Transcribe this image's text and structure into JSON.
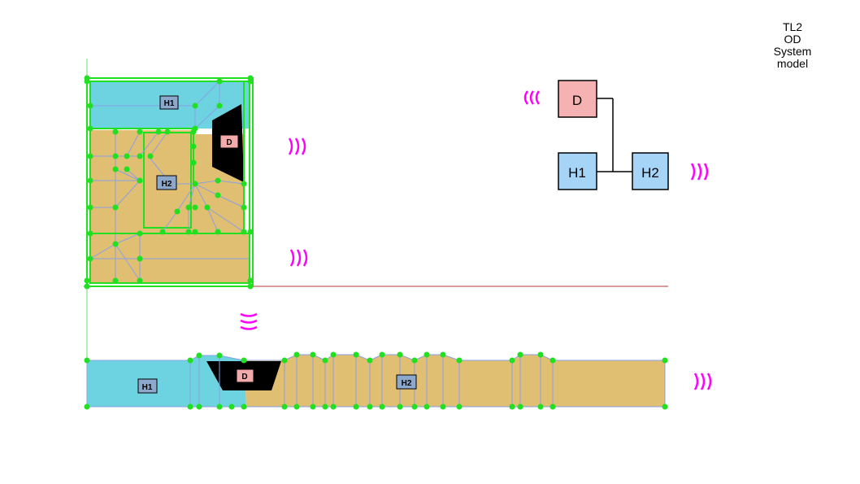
{
  "title_lines": [
    "TL2",
    "OD",
    "System",
    "model"
  ],
  "zone_labels": {
    "plan": {
      "h1": "H1",
      "d": "D",
      "h2": "H2"
    },
    "profile": {
      "h1": "H1",
      "d": "D",
      "h2": "H2"
    }
  },
  "graph_nodes": {
    "d": "D",
    "h1": "H1",
    "h2": "H2"
  },
  "colors": {
    "water_h1": "#6dd3e0",
    "sand_h2": "#e0be72",
    "d_block": "#000000",
    "label_fill": "#8ca8cc",
    "d_label_fill": "#f3aaaa",
    "graph_d_fill": "#f6b2b2",
    "graph_h_fill": "#a6d4f6",
    "mesh_node": "#20e020",
    "mesh_line": "#8aa0e6",
    "outline": "#20e020",
    "wave_marker": "#ff00ff",
    "axis_line": "#b03838",
    "axis_vertical": "#66dd66"
  }
}
